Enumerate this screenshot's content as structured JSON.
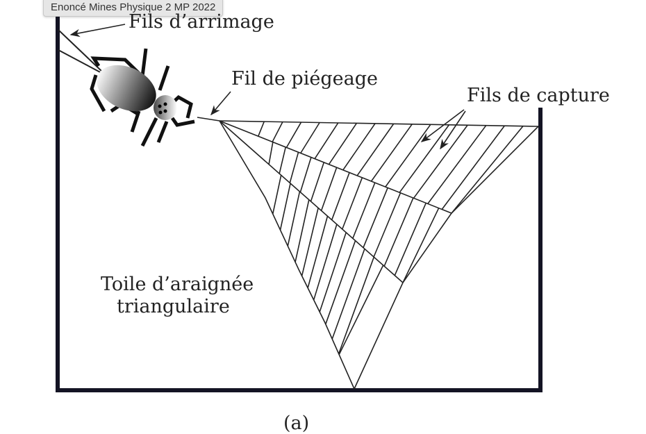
{
  "tooltip": "Enoncé Mines Physique 2 MP 2022",
  "figure": {
    "label_anchor_threads": "Fils d’arrimage",
    "label_trap_thread": "Fil de piégeage",
    "label_capture_threads": "Fils de capture",
    "label_web_line1": "Toile d’araignée",
    "label_web_line2": "triangulaire",
    "caption": "(a)"
  },
  "colors": {
    "frame": "#141424",
    "ink": "#222222"
  }
}
